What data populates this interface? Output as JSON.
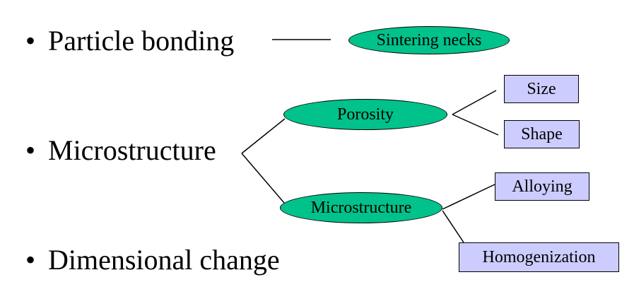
{
  "bullets": [
    {
      "marker": "•",
      "text": "Particle bonding"
    },
    {
      "marker": "•",
      "text": "Microstructure"
    },
    {
      "marker": "•",
      "text": "Dimensional change"
    }
  ],
  "nodes": {
    "sintering_necks": "Sintering necks",
    "porosity": "Porosity",
    "microstructure": "Microstructure",
    "size": "Size",
    "shape": "Shape",
    "alloying": "Alloying",
    "homogenization": "Homogenization"
  },
  "colors": {
    "ellipse_fill": "#00c28a",
    "box_fill": "#ccccff",
    "outline": "#000000",
    "background": "#ffffff"
  }
}
